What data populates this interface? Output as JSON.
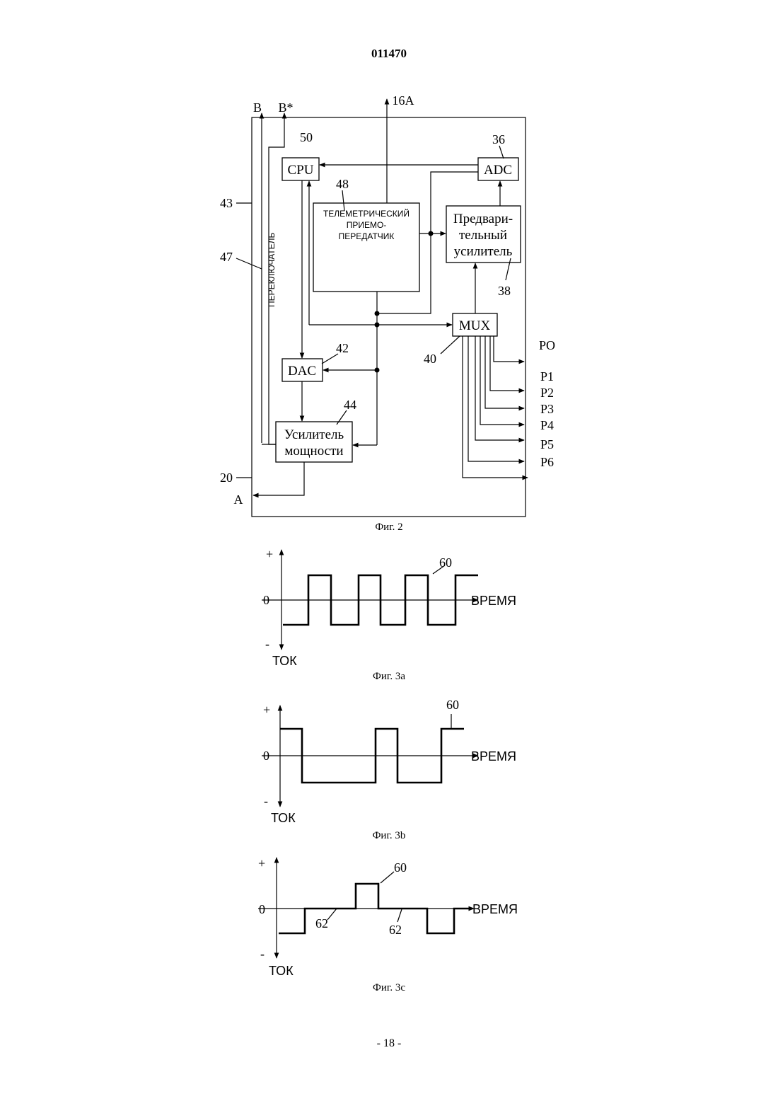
{
  "header": {
    "doc_number": "011470"
  },
  "footer": {
    "page_number": "- 18 -"
  },
  "fig2": {
    "caption": "Фиг. 2",
    "blocks": {
      "cpu": "CPU",
      "adc": "ADC",
      "dac": "DAC",
      "mux": "MUX",
      "transceiver": [
        "ТЕЛЕМЕТРИЧЕСКИЙ",
        "ПРИЕМО-",
        "ПЕРЕДАТЧИК"
      ],
      "preamp": [
        "Предвари-",
        "тельный",
        "усилитель"
      ],
      "power_amp": [
        "Усилитель",
        "мощности"
      ],
      "switch": "ПЕРЕКЛЮЧАТЕЛЬ"
    },
    "refs": {
      "r36": "36",
      "r38": "38",
      "r40": "40",
      "r42": "42",
      "r43": "43",
      "r44": "44",
      "r47": "47",
      "r48": "48",
      "r50": "50",
      "r20": "20",
      "r16a": "16А"
    },
    "terminals": {
      "a": "A",
      "b": "B",
      "b_star": "B*"
    },
    "outputs": [
      "PO",
      "P1",
      "P2",
      "P3",
      "P4",
      "P5",
      "P6"
    ]
  },
  "fig3a": {
    "caption": "Фиг. 3а",
    "plus": "+",
    "zero": "0",
    "minus": "-",
    "x_label": "ВРЕМЯ",
    "y_label": "ТОК",
    "ref": "60",
    "levels": [
      -1,
      1,
      -1,
      1,
      -1,
      1,
      -1,
      1
    ]
  },
  "fig3b": {
    "caption": "Фиг. 3b",
    "plus": "+",
    "zero": "0",
    "minus": "-",
    "x_label": "ВРЕМЯ",
    "y_label": "ТОК",
    "ref": "60",
    "levels": [
      1,
      -1,
      1,
      -1,
      1
    ]
  },
  "fig3c": {
    "caption": "Фиг. 3с",
    "plus": "+",
    "zero": "0",
    "minus": "-",
    "x_label": "ВРЕМЯ",
    "y_label": "ТОК",
    "ref_pulse": "60",
    "ref_zero_1": "62",
    "ref_zero_2": "62",
    "levels": [
      -1,
      0,
      1,
      0,
      -1,
      0
    ]
  }
}
